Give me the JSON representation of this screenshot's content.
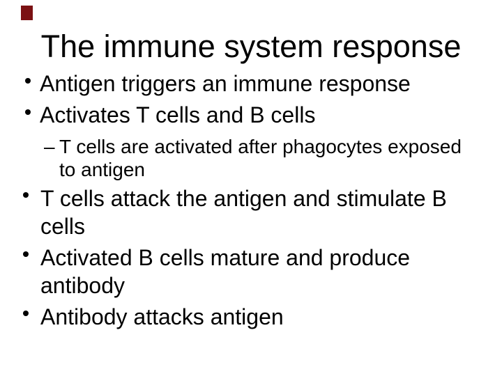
{
  "slide": {
    "title": "The immune system response",
    "top_bullets": [
      "Antigen triggers an immune response",
      "Activates T cells and B cells"
    ],
    "sub_bullets": [
      "T cells are activated after phagocytes exposed to antigen"
    ],
    "bottom_bullets": [
      "T cells attack the antigen and stimulate B cells",
      "Activated B cells mature and produce antibody",
      "Antibody attacks antigen"
    ],
    "glyphs": {
      "bullet": "•",
      "dash": "–"
    },
    "colors": {
      "background": "#ffffff",
      "text": "#000000",
      "accent_square": "#7b1113"
    }
  }
}
